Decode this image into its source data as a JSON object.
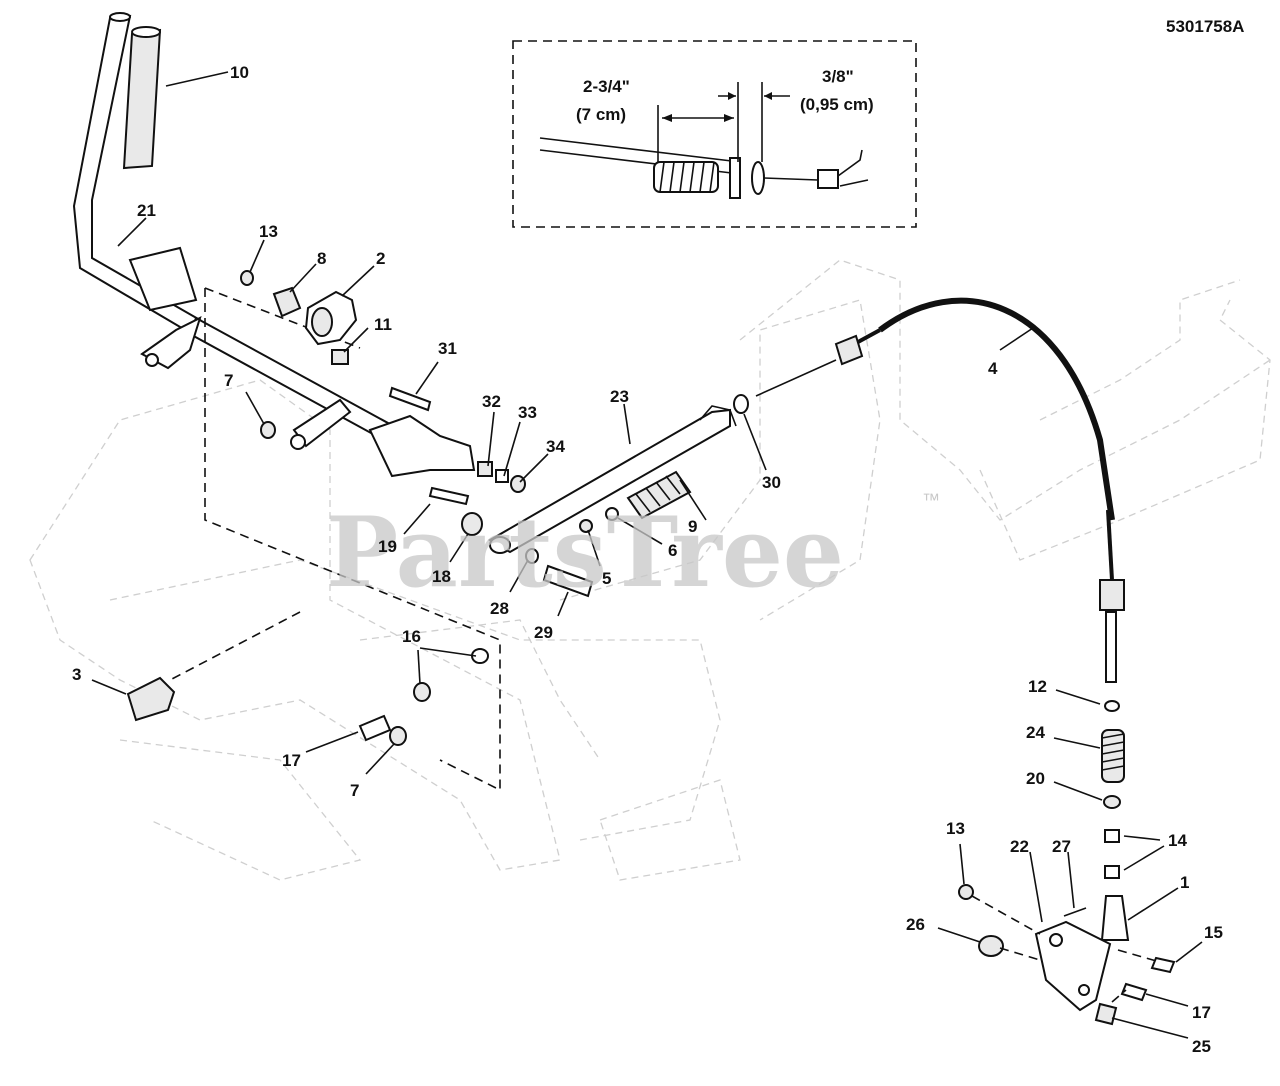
{
  "document": {
    "id": "5301758A"
  },
  "watermark": {
    "text": "PartsTree",
    "mark": "™"
  },
  "inset": {
    "dim_left_line1": "2-3/4\"",
    "dim_left_line2": "(7 cm)",
    "dim_right_line1": "3/8\"",
    "dim_right_line2": "(0,95 cm)"
  },
  "callouts": [
    {
      "id": "c10",
      "label": "10"
    },
    {
      "id": "c21",
      "label": "21"
    },
    {
      "id": "c13a",
      "label": "13"
    },
    {
      "id": "c8",
      "label": "8"
    },
    {
      "id": "c2",
      "label": "2"
    },
    {
      "id": "c11",
      "label": "11"
    },
    {
      "id": "c31",
      "label": "31"
    },
    {
      "id": "c7a",
      "label": "7"
    },
    {
      "id": "c32",
      "label": "32"
    },
    {
      "id": "c33",
      "label": "33"
    },
    {
      "id": "c34",
      "label": "34"
    },
    {
      "id": "c23",
      "label": "23"
    },
    {
      "id": "c30",
      "label": "30"
    },
    {
      "id": "c4",
      "label": "4"
    },
    {
      "id": "c9",
      "label": "9"
    },
    {
      "id": "c6",
      "label": "6"
    },
    {
      "id": "c5",
      "label": "5"
    },
    {
      "id": "c19",
      "label": "19"
    },
    {
      "id": "c18",
      "label": "18"
    },
    {
      "id": "c28",
      "label": "28"
    },
    {
      "id": "c29",
      "label": "29"
    },
    {
      "id": "c3",
      "label": "3"
    },
    {
      "id": "c16",
      "label": "16"
    },
    {
      "id": "c17a",
      "label": "17"
    },
    {
      "id": "c7b",
      "label": "7"
    },
    {
      "id": "c12",
      "label": "12"
    },
    {
      "id": "c24",
      "label": "24"
    },
    {
      "id": "c20",
      "label": "20"
    },
    {
      "id": "c14",
      "label": "14"
    },
    {
      "id": "c13b",
      "label": "13"
    },
    {
      "id": "c22",
      "label": "22"
    },
    {
      "id": "c27",
      "label": "27"
    },
    {
      "id": "c1",
      "label": "1"
    },
    {
      "id": "c26",
      "label": "26"
    },
    {
      "id": "c15",
      "label": "15"
    },
    {
      "id": "c17b",
      "label": "17"
    },
    {
      "id": "c25",
      "label": "25"
    }
  ]
}
